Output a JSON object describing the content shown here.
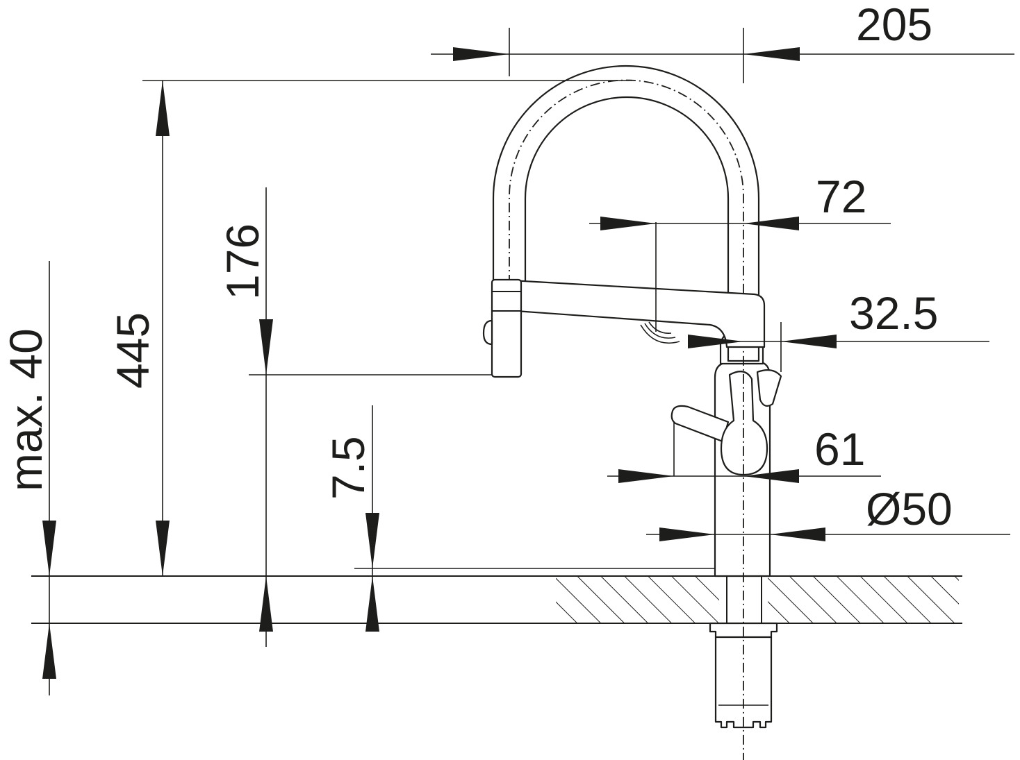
{
  "diagram": {
    "colors": {
      "line": "#1d1d1b",
      "background": "#ffffff"
    },
    "dimensions": {
      "reach": "205",
      "height_total": "445",
      "outlet_height": "176",
      "max_deck": "max. 40",
      "thread": "7.5",
      "sensor_offset": "72",
      "outlet_dia": "32.5",
      "lever_reach": "61",
      "base_dia": "Ø50"
    }
  }
}
